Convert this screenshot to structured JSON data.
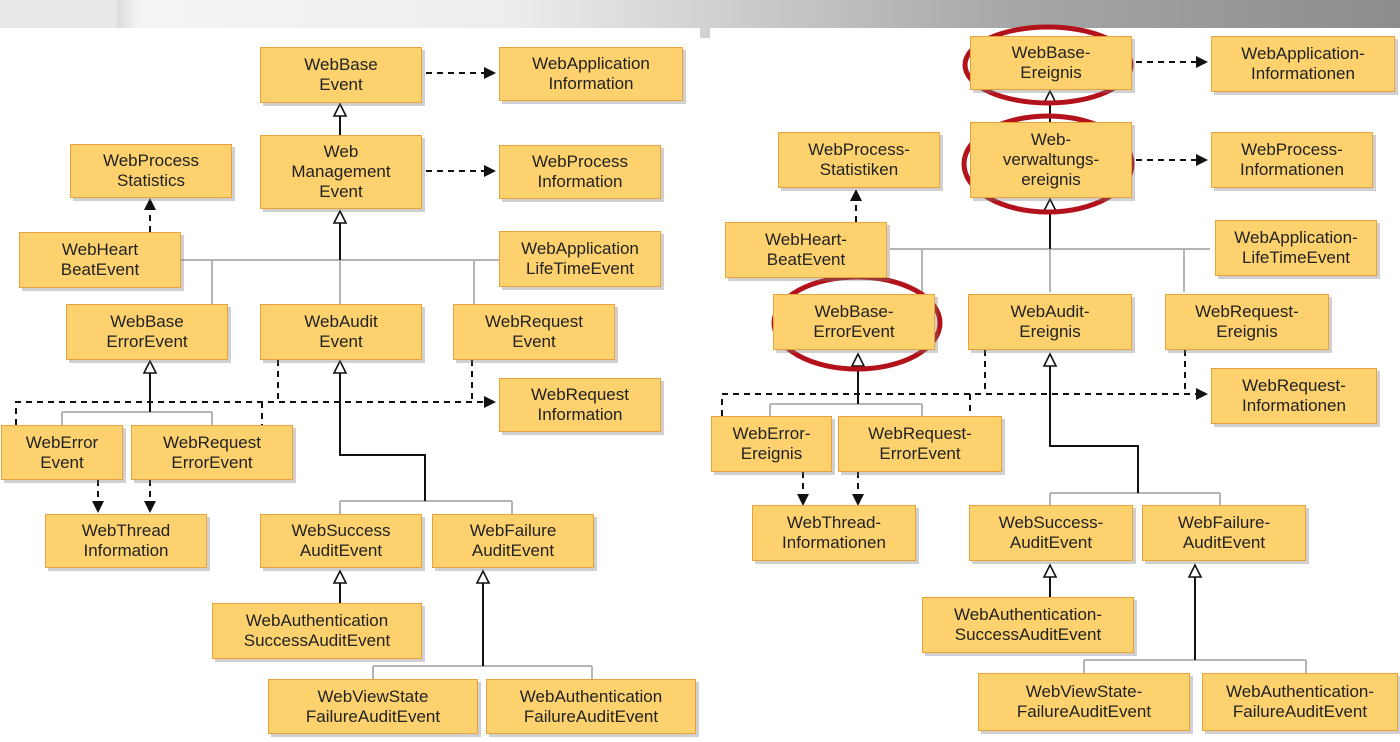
{
  "colors": {
    "box_fill": "#fdd26e",
    "box_border": "#e8a33a",
    "highlight_ring": "#b3121b"
  },
  "left": {
    "web_base_event": "WebBase\nEvent",
    "web_application_information": "WebApplication\nInformation",
    "web_management_event": "Web\nManagement\nEvent",
    "web_process_information": "WebProcess\nInformation",
    "web_process_statistics": "WebProcess\nStatistics",
    "web_heartbeat_event": "WebHeart\nBeatEvent",
    "web_application_lifetime_event": "WebApplication\nLifeTimeEvent",
    "web_base_error_event": "WebBase\nErrorEvent",
    "web_audit_event": "WebAudit\nEvent",
    "web_request_event": "WebRequest\nEvent",
    "web_request_information": "WebRequest\nInformation",
    "web_error_event": "WebError\nEvent",
    "web_request_error_event": "WebRequest\nErrorEvent",
    "web_thread_information": "WebThread\nInformation",
    "web_success_audit_event": "WebSuccess\nAuditEvent",
    "web_failure_audit_event": "WebFailure\nAuditEvent",
    "web_authentication_success_audit_event": "WebAuthentication\nSuccessAuditEvent",
    "web_viewstate_failure_audit_event": "WebViewState\nFailureAuditEvent",
    "web_authentication_failure_audit_event": "WebAuthentication\nFailureAuditEvent"
  },
  "right": {
    "web_base_event": "WebBase-\nEreignis",
    "web_application_information": "WebApplication-\nInformationen",
    "web_management_event": "Web-\nverwaltungs-\nereignis",
    "web_process_information": "WebProcess-\nInformationen",
    "web_process_statistics": "WebProcess-\nStatistiken",
    "web_heartbeat_event": "WebHeart-\nBeatEvent",
    "web_application_lifetime_event": "WebApplication-\nLifeTimeEvent",
    "web_base_error_event": "WebBase-\nErrorEvent",
    "web_audit_event": "WebAudit-\nEreignis",
    "web_request_event": "WebRequest-\nEreignis",
    "web_request_information": "WebRequest-\nInformationen",
    "web_error_event": "WebError-\nEreignis",
    "web_request_error_event": "WebRequest-\nErrorEvent",
    "web_thread_information": "WebThread-\nInformationen",
    "web_success_audit_event": "WebSuccess-\nAuditEvent",
    "web_failure_audit_event": "WebFailure-\nAuditEvent",
    "web_authentication_success_audit_event": "WebAuthentication-\nSuccessAuditEvent",
    "web_viewstate_failure_audit_event": "WebViewState-\nFailureAuditEvent",
    "web_authentication_failure_audit_event": "WebAuthentication-\nFailureAuditEvent"
  }
}
